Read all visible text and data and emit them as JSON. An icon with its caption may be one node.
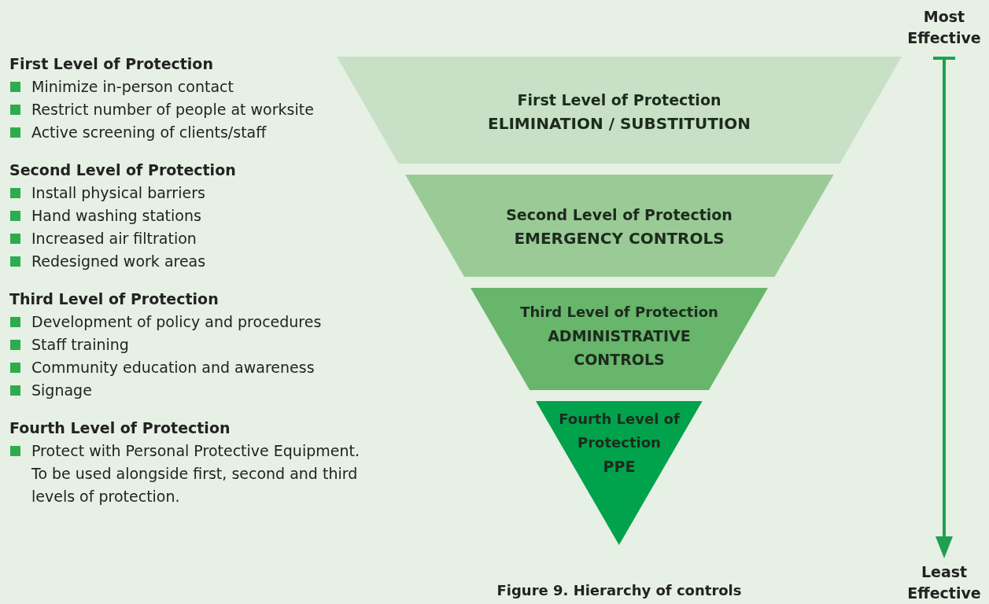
{
  "diagram": {
    "caption": "Figure 9. Hierarchy of controls",
    "nodes": [
      {
        "text": [
          "First Level of Protection",
          "ELIMINATION / SUBSTITUTION"
        ]
      },
      {
        "text": [
          "Second Level of Protection",
          "EMERGENCY CONTROLS"
        ]
      },
      {
        "text": [
          "Third Level of Protection",
          "ADMINISTRATIVE CONTROLS"
        ]
      },
      {
        "text": [
          "Fourth Level of Protection",
          "PPE"
        ]
      }
    ],
    "edges": [],
    "labels": [
      "First Level of Protection",
      "Minimize in-person contact",
      "Restrict number of people at worksite",
      "Active screening of clients/staff",
      "Second Level of Protection",
      "Install physical barriers",
      "Hand washing stations",
      "Increased air filtration",
      "Redesigned work areas",
      "Third Level of Protection",
      "Development of policy and procedures",
      "Staff training",
      "Community education and awareness",
      "Signage",
      "Fourth Level of Protection",
      "Protect with Personal Protective Equipment. To be used alongside first, second and third levels of protection.",
      "Most Effective",
      "Least Effective"
    ]
  }
}
